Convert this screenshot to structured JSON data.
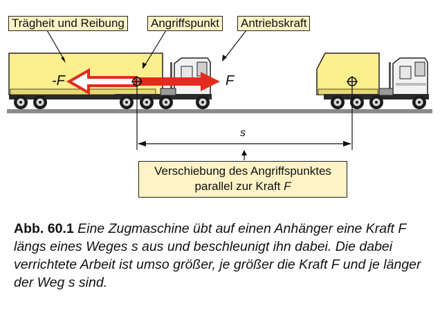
{
  "labels": {
    "traegheit": "Trägheit und Reibung",
    "angriffspunkt": "Angriffspunkt",
    "antriebskraft": "Antriebskraft",
    "verschiebung_line1": "Verschiebung des Angriffspunktes",
    "verschiebung_line2": "parallel zur Kraft",
    "verschiebung_var": "F"
  },
  "forces": {
    "minus": "-F",
    "plus": "F"
  },
  "distance_label": "s",
  "caption": {
    "number": "Abb. 60.1",
    "text": "Eine Zugmaschine übt auf einen Anhänger eine Kraft F längs eines Weges s aus und beschleunigt ihn dabei. Die dabei verrichtete Arbeit ist umso größer, je größer die Kraft F und je länger der Weg s sind."
  },
  "colors": {
    "trailer": "#fbef8e",
    "arrow": "#e32b1e",
    "ground": "#8a8a8a",
    "label_bg": "#fdf3c6"
  }
}
